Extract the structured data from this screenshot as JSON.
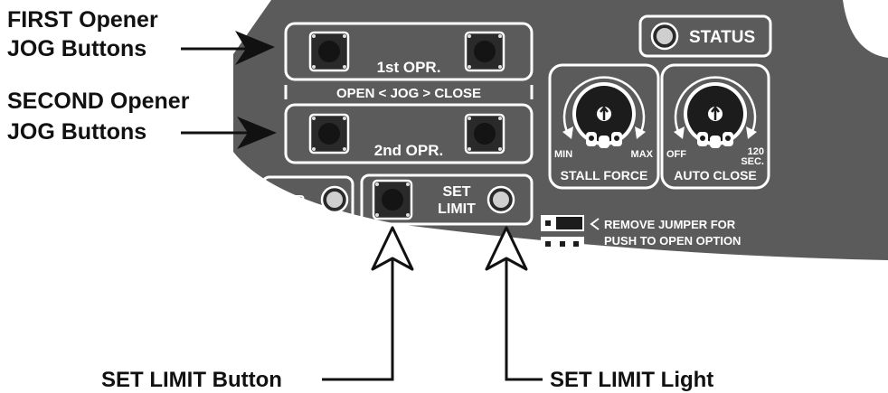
{
  "labels": {
    "first_line1": "FIRST Opener",
    "first_line2": "JOG  Buttons",
    "second_line1": "SECOND Opener",
    "second_line2": "JOG  Buttons",
    "set_limit_button": "SET LIMIT Button",
    "set_limit_light": "SET LIMIT Light"
  },
  "panel": {
    "first_opr": "1st  OPR.",
    "open_jog_close": "OPEN  <  JOG  >  CLOSE",
    "second_opr": "2nd  OPR.",
    "pwr": "PWR.",
    "set": "SET",
    "limit": "LIMIT",
    "status": "STATUS",
    "stall_force": {
      "title": "STALL FORCE",
      "min": "MIN",
      "max": "MAX"
    },
    "auto_close": {
      "title": "AUTO CLOSE",
      "off": "OFF",
      "max_line1": "120",
      "max_line2": "SEC."
    },
    "jumper_line1": "REMOVE JUMPER FOR",
    "jumper_line2": "PUSH TO OPEN OPTION"
  },
  "colors": {
    "panel": "#5b5b5b",
    "panel_text": "#ffffff",
    "label_text": "#111111",
    "button_body": "#2a2a2a",
    "led": "#cfcfcf"
  },
  "icons": [
    "arrow-right-icon",
    "arrow-up-icon",
    "led-icon",
    "dial-icon",
    "jumper-icon",
    "push-button-icon"
  ]
}
